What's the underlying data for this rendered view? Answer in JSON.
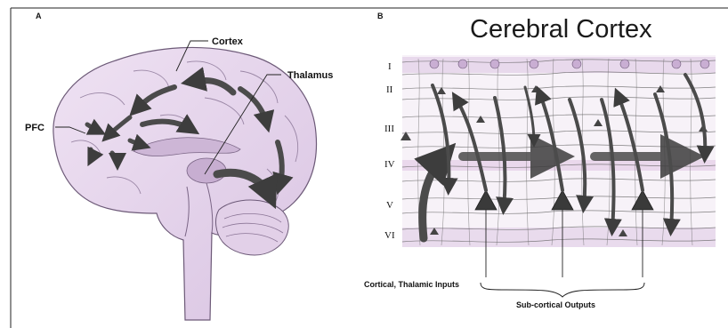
{
  "panel_a": {
    "letter": "A",
    "labels": {
      "cortex": "Cortex",
      "thalamus": "Thalamus",
      "pfc": "PFC"
    }
  },
  "panel_b": {
    "letter": "B",
    "title": "Cerebral Cortex",
    "layers": [
      "I",
      "II",
      "III",
      "IV",
      "V",
      "VI"
    ],
    "inputs_label": "Cortical, Thalamic Inputs",
    "outputs_label": "Sub-cortical Outputs"
  },
  "colors": {
    "brain_fill": "#e4d3ea",
    "brain_edge": "#6d5a78",
    "arrow": "#4b4b4b",
    "neuron": "#3a3a3a",
    "layer_band": "#d9c3df"
  }
}
